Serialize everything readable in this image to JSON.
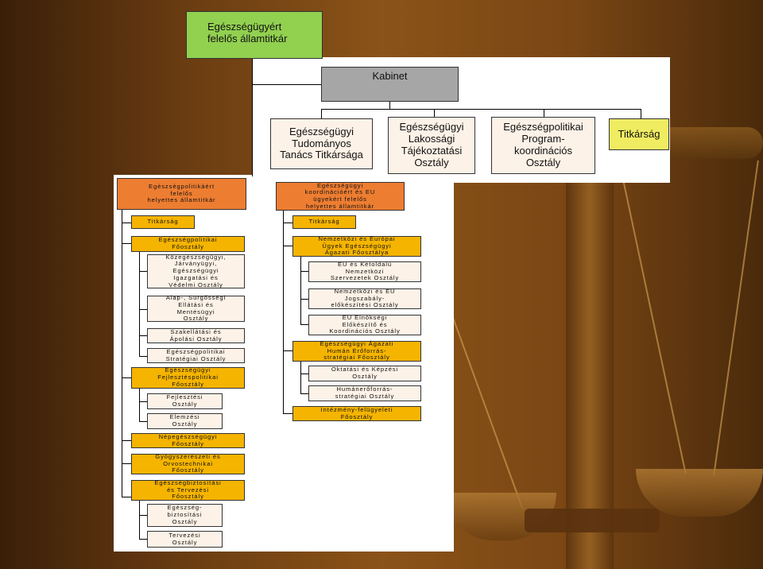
{
  "top": {
    "root": "Egészségügyért\nfelelős államtitkár",
    "kabinet": "Kabinet",
    "children": [
      "Egészségügyi\nTudományos\nTanács Titkársága",
      "Egészségügyi\nLakossági\nTájékoztatási\nOsztály",
      "Egészségpolitikai\nProgram-\nkoordinációs\nOsztály",
      "Titkárság"
    ]
  },
  "left": {
    "head": "Egészségpolitikáért\nfelelős\nhelyettes államtitkár",
    "titkarsag": "Titkárság",
    "foosztaly1": "Egészségpolitikai\nFőosztály",
    "osztalyok1": [
      "Közegészségügyi,\nJárványügyi,\nEgészségügyi\nIgazgatási és\nVédelmi Osztály",
      "Alap-, Sürgősségi\nEllátási és\nMentésügyi\nOsztály",
      "Szakellátási és\nÁpolási Osztály",
      "Egészségpolitikai\nStratégiai Osztály"
    ],
    "foosztaly2": "Egészségügyi\nFejlesztéspolitikai\nFőosztály",
    "osztalyok2": [
      "Fejlesztési\nOsztály",
      "Elemzési\nOsztály"
    ],
    "foosztaly3": "Népegészségügyi\nFőosztály",
    "foosztaly4": "Gyógyszerészeti és\nOrvostechnikai\nFőosztály",
    "foosztaly5": "Egészségbiztosítási\nés Tervezési\nFőosztály",
    "osztalyok5": [
      "Egészség-\nbiztosítási\nOsztály",
      "Tervezési\nOsztály"
    ]
  },
  "right": {
    "head": "Egészségügyi\nkoordinációért és EU\nügyekért felelős\nhelyettes államtitkár",
    "titkarsag": "Titkárság",
    "foosztaly1": "Nemzetközi és Európai\nÜgyek Egészségügyi\nÁgazati Főosztálya",
    "osztalyok1": [
      "EU és Kétoldalú\nNemzetközi\nSzervezetek Osztály",
      "Nemzetközi és EU\nJogszabály-\nelőkészítési Osztály",
      "EU Elnökségi\nElőkészítő és\nKoordinációs Osztály"
    ],
    "foosztaly2": "Egészségügyi Ágazati\nHumán Erőforrás-\nstratégiai Főosztály",
    "osztalyok2": [
      "Oktatási és Képzési\nOsztály",
      "Humánerőforrás-\nstratégiai Osztály"
    ],
    "foosztaly3": "Intézmény-felügyeleti\nFőosztály"
  }
}
